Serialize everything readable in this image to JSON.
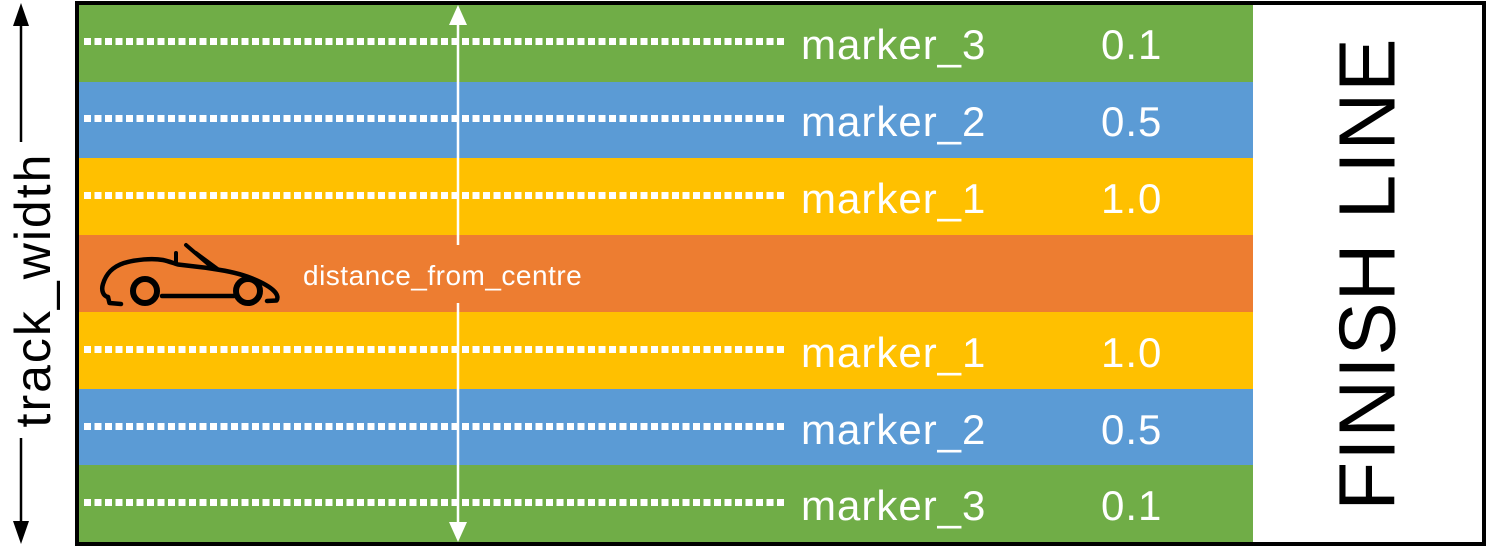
{
  "diagram": {
    "labels": {
      "track_width": "track_width",
      "distance_from_centre": "distance_from_centre",
      "finish_line": "FINISH LINE"
    },
    "markers": [
      {
        "label": "marker_3",
        "value": "0.1",
        "lane_color": "#70AD47"
      },
      {
        "label": "marker_2",
        "value": "0.5",
        "lane_color": "#5B9BD5"
      },
      {
        "label": "marker_1",
        "value": "1.0",
        "lane_color": "#FFC000"
      },
      {
        "label": "marker_1",
        "value": "1.0",
        "lane_color": "#FFC000"
      },
      {
        "label": "marker_2",
        "value": "0.5",
        "lane_color": "#5B9BD5"
      },
      {
        "label": "marker_3",
        "value": "0.1",
        "lane_color": "#70AD47"
      }
    ],
    "stripe_colors_top_to_bottom": [
      "#70AD47",
      "#5B9BD5",
      "#FFC000",
      "#ED7D31",
      "#FFC000",
      "#5B9BD5",
      "#70AD47"
    ],
    "palette": {
      "green": "#70AD47",
      "blue": "#5B9BD5",
      "gold": "#FFC000",
      "orange": "#ED7D31",
      "marker_line": "#FFFFFF",
      "border": "#000000"
    },
    "icons": {
      "car": "car-icon",
      "track_width_arrow": "double-arrow-vertical",
      "distance_arrow": "double-arrow-vertical"
    }
  }
}
